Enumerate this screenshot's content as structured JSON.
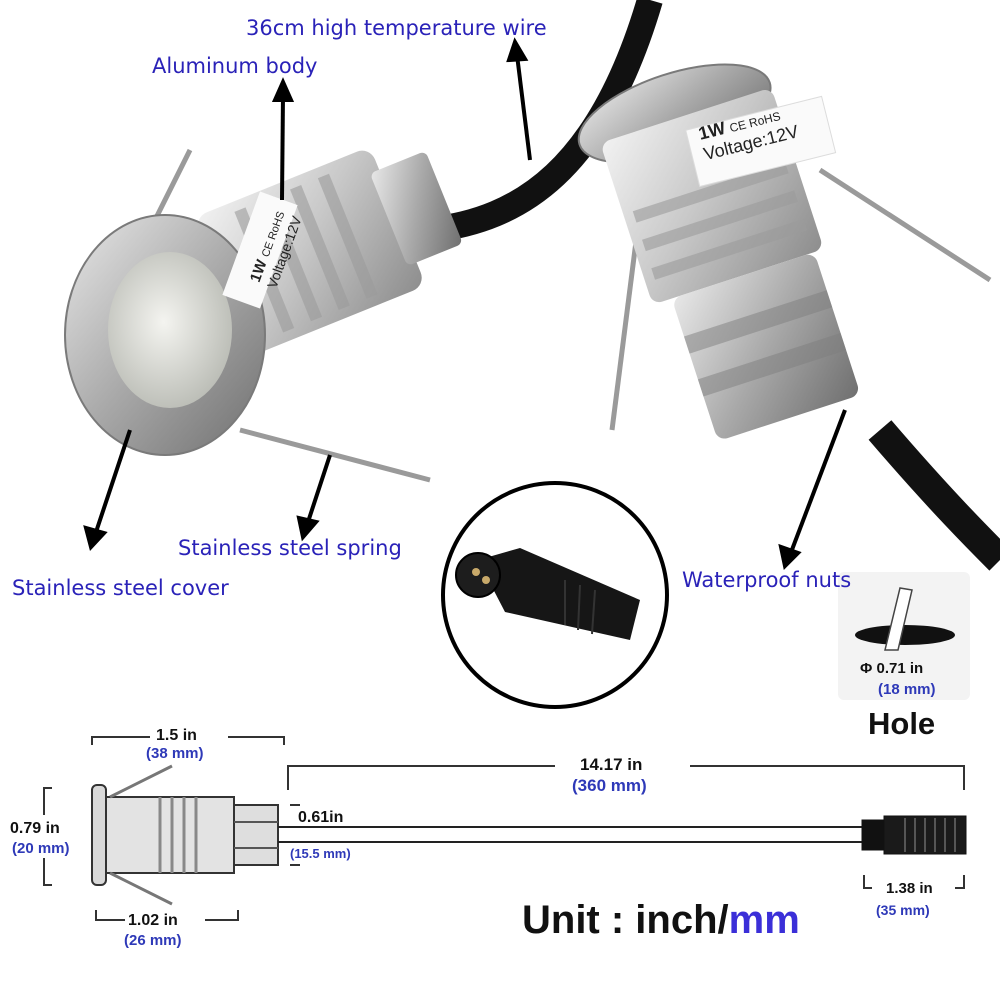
{
  "callouts": {
    "wire": "36cm high temperature wire",
    "body": "Aluminum body",
    "spring": "Stainless steel spring",
    "cover": "Stainless steel cover",
    "nuts": "Waterproof nuts"
  },
  "label_on_light": {
    "power": "1W",
    "cert": "CE RoHS",
    "voltage": "Voltage:12V"
  },
  "hole": {
    "diameter_in": "Φ 0.71 in",
    "diameter_mm": "(18 mm)",
    "title": "Hole"
  },
  "dimensions": {
    "length_in": "1.5 in",
    "length_mm": "(38 mm)",
    "height_in": "0.79 in",
    "height_mm": "(20 mm)",
    "body_in": "1.02 in",
    "body_mm": "(26 mm)",
    "nut_in": "0.61in",
    "nut_mm": "(15.5 mm)",
    "wire_in": "14.17 in",
    "wire_mm": "(360 mm)",
    "plug_in": "1.38 in",
    "plug_mm": "(35 mm)"
  },
  "unit": {
    "prefix": "Unit : inch/",
    "suffix": "mm"
  },
  "colors": {
    "callout": "#2a22b8",
    "metric": "#2e39b8",
    "unit_mm": "#3b2fd8"
  }
}
